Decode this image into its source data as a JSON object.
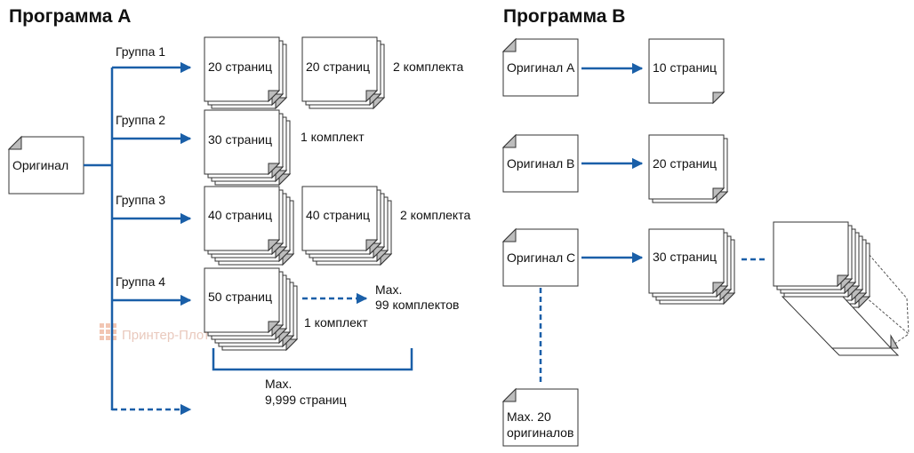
{
  "program_a": {
    "title": "Программа А",
    "original": "Оригинал",
    "groups": [
      {
        "label": "Группа 1",
        "pages": "20 страниц",
        "sets": "2 комплекта"
      },
      {
        "label": "Группа 2",
        "pages": "30 страниц",
        "sets": "1 комплект"
      },
      {
        "label": "Группа 3",
        "pages": "40 страниц",
        "sets": "2 комплекта"
      },
      {
        "label": "Группа 4",
        "pages": "50 страниц",
        "sets": "1 комплект"
      }
    ],
    "max_sets_line1": "Max.",
    "max_sets_line2": "99 комплектов",
    "max_pages_line1": "Max.",
    "max_pages_line2": "9,999 страниц"
  },
  "program_b": {
    "title": "Программа В",
    "rows": [
      {
        "original": "Оригинал А",
        "pages": "10 страниц"
      },
      {
        "original": "Оригинал В",
        "pages": "20 страниц"
      },
      {
        "original": "Оригинал С",
        "pages": "30 страниц"
      }
    ],
    "max_originals_line1": "Max. 20",
    "max_originals_line2": "оригиналов"
  },
  "watermark": "Принтер-Плоттер.ru",
  "colors": {
    "arrow": "#1a5fa8",
    "page_fold": "#bdbdbd",
    "page_border": "#333333"
  }
}
